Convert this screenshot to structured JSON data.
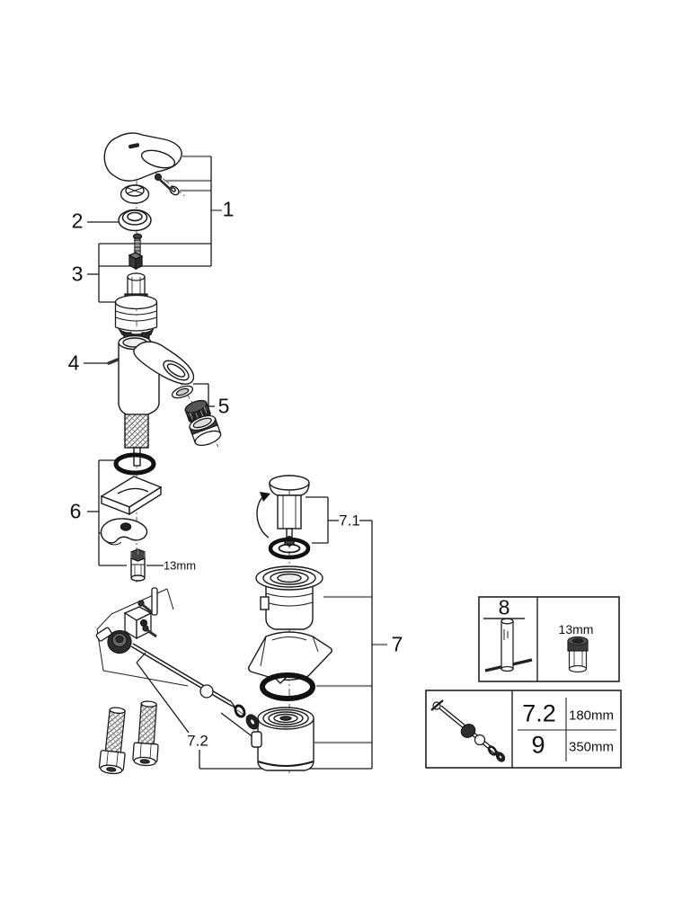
{
  "figure": {
    "type": "exploded-parts-diagram",
    "subject": "single-lever basin mixer with pop-up waste",
    "background": "#ffffff",
    "line_color": "#1a1a1a",
    "leader_color": "#8a8a8a"
  },
  "callouts": {
    "n1": "1",
    "n2": "2",
    "n3": "3",
    "n4": "4",
    "n5": "5",
    "n6": "6",
    "n7": "7",
    "n71": "7.1",
    "n72": "7.2",
    "nut_size": "13mm"
  },
  "tool_box": {
    "part_number": "8",
    "socket_size": "13mm"
  },
  "length_box": {
    "rows": [
      {
        "part": "7.2",
        "length": "180mm"
      },
      {
        "part": "9",
        "length": "350mm"
      }
    ]
  }
}
